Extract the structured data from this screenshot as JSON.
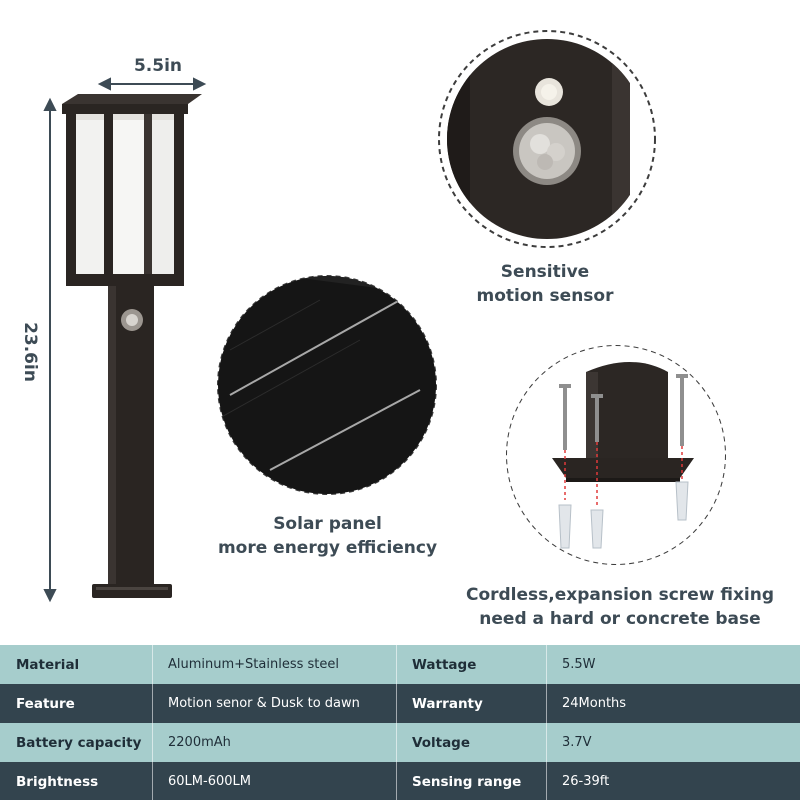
{
  "dimensions": {
    "width": "5.5in",
    "height": "23.6in"
  },
  "captions": {
    "sensor": [
      "Sensitive",
      "motion sensor"
    ],
    "solar": [
      "Solar panel",
      "more energy efficiency"
    ],
    "base": [
      "Cordless,expansion screw fixing",
      "need a hard or concrete base"
    ]
  },
  "colors": {
    "lamp_body": "#2a2522",
    "row_light": "#a6cdcc",
    "row_dark": "#33444e",
    "text_dark": "#3d4b55"
  },
  "specs": [
    {
      "key1": "Material",
      "val1": "Aluminum+Stainless steel",
      "key2": "Wattage",
      "val2": "5.5W"
    },
    {
      "key1": "Feature",
      "val1": "Motion senor & Dusk to dawn",
      "key2": "Warranty",
      "val2": "24Months"
    },
    {
      "key1": "Battery capacity",
      "val1": "2200mAh",
      "key2": "Voltage",
      "val2": "3.7V"
    },
    {
      "key1": "Brightness",
      "val1": "60LM-600LM",
      "key2": "Sensing range",
      "val2": "26-39ft"
    }
  ]
}
